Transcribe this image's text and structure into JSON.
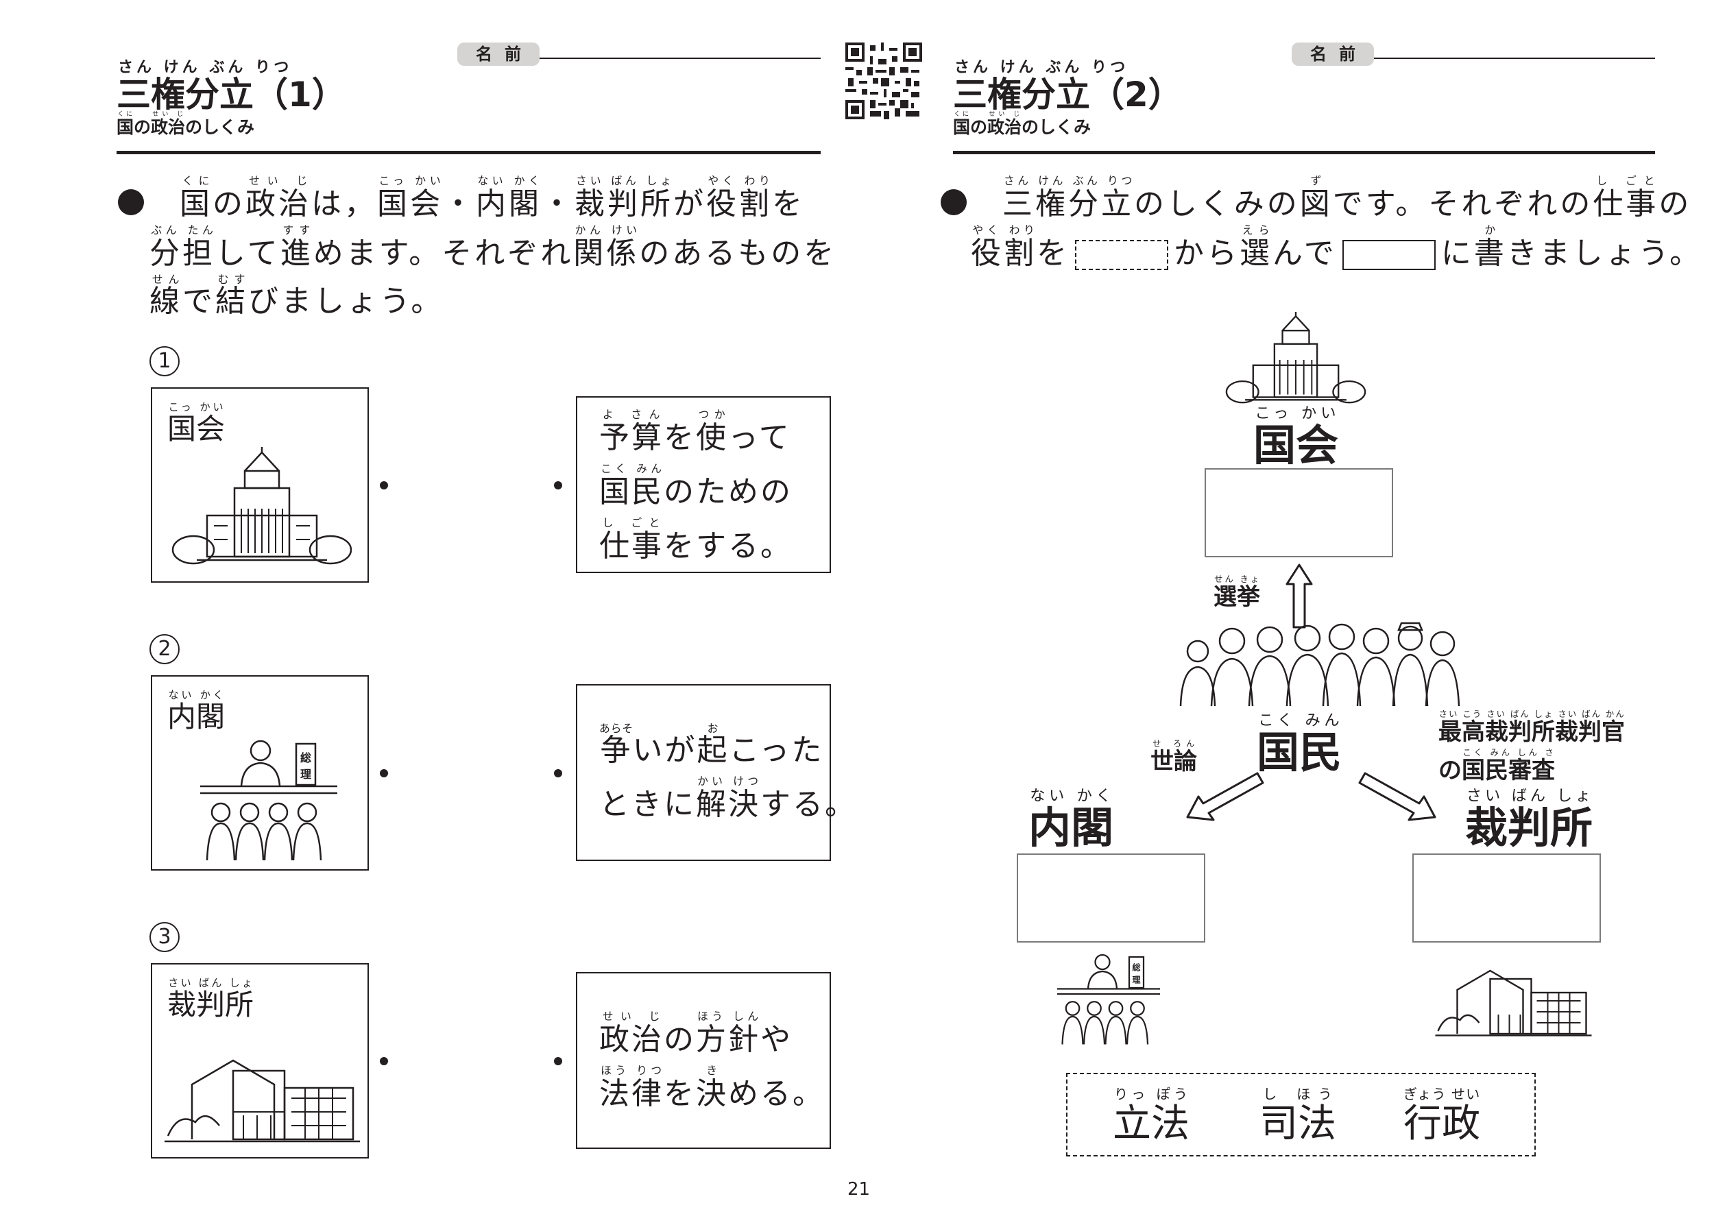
{
  "name_label": "名前",
  "page_number": "21",
  "left": {
    "title_furigana": "さん けん ぶん りつ",
    "title": "三権分立（1）",
    "subtitle": "国の政治のしくみ",
    "subtitle_furigana_1": "くに",
    "subtitle_furigana_2": "せい じ",
    "instruction": {
      "l1_0": "国",
      "l1_0r": "くに",
      "l1_1": "の",
      "l1_2": "政治",
      "l1_2r": "せい じ",
      "l1_3": "は，",
      "l1_4": "国会",
      "l1_4r": "こっ かい",
      "l1_5": "・",
      "l1_6": "内閣",
      "l1_6r": "ない かく",
      "l1_7": "・",
      "l1_8": "裁判所",
      "l1_8r": "さい ばん しょ",
      "l1_9": "が",
      "l1_10": "役割",
      "l1_10r": "やく わり",
      "l1_11": "を",
      "l2_0": "分担",
      "l2_0r": "ぶん たん",
      "l2_1": "して",
      "l2_2": "進",
      "l2_2r": "すす",
      "l2_3": "めます。それぞれ",
      "l2_4": "関係",
      "l2_4r": "かん けい",
      "l2_5": "のあるものを",
      "l3_0": "線",
      "l3_0r": "せん",
      "l3_1": "で",
      "l3_2": "結",
      "l3_2r": "むす",
      "l3_3": "びましょう。"
    },
    "items": [
      {
        "num": "1",
        "label": "国会",
        "label_r": "こっ かい"
      },
      {
        "num": "2",
        "label": "内閣",
        "label_r": "ない かく"
      },
      {
        "num": "3",
        "label": "裁判所",
        "label_r": "さい ばん しょ"
      }
    ],
    "descriptions": {
      "d1_l1a": "予算",
      "d1_l1ar": "よ さん",
      "d1_l1b": "を",
      "d1_l1c": "使",
      "d1_l1cr": "つか",
      "d1_l1d": "って",
      "d1_l2a": "国民",
      "d1_l2ar": "こく みん",
      "d1_l2b": "のための",
      "d1_l3a": "仕事",
      "d1_l3ar": "し ごと",
      "d1_l3b": "をする。",
      "d2_l1a": "争",
      "d2_l1ar": "あらそ",
      "d2_l1b": "いが",
      "d2_l1c": "起",
      "d2_l1cr": "お",
      "d2_l1d": "こった",
      "d2_l2a": "ときに",
      "d2_l2b": "解決",
      "d2_l2br": "かい けつ",
      "d2_l2c": "する。",
      "d3_l1a": "政治",
      "d3_l1ar": "せい じ",
      "d3_l1b": "の",
      "d3_l1c": "方針",
      "d3_l1cr": "ほう しん",
      "d3_l1d": "や",
      "d3_l2a": "法律",
      "d3_l2ar": "ほう りつ",
      "d3_l2b": "を",
      "d3_l2c": "決",
      "d3_l2cr": "き",
      "d3_l2d": "める。"
    }
  },
  "right": {
    "title_furigana": "さん けん ぶん りつ",
    "title": "三権分立（2）",
    "subtitle": "国の政治のしくみ",
    "subtitle_furigana_1": "くに",
    "subtitle_furigana_2": "せい じ",
    "instruction": {
      "l1_0": "三権分立",
      "l1_0r": "さん けん ぶん りつ",
      "l1_1": "のしくみの",
      "l1_2": "図",
      "l1_2r": "ず",
      "l1_3": "です。それぞれの",
      "l1_4": "仕事",
      "l1_4r": "し ごと",
      "l1_5": "の",
      "l2_0": "役割",
      "l2_0r": "やく わり",
      "l2_1": "を",
      "l2_2": "から",
      "l2_3": "選",
      "l2_3r": "えら",
      "l2_4": "んで",
      "l2_5": "に",
      "l2_6": "書",
      "l2_6r": "か",
      "l2_7": "きましょう。"
    },
    "kokkai": "国会",
    "kokkai_r": "こっ かい",
    "kokumin": "国民",
    "kokumin_r": "こく みん",
    "naikaku": "内閣",
    "naikaku_r": "ない かく",
    "saibansho": "裁判所",
    "saibansho_r": "さい ばん しょ",
    "senkyo": "選挙",
    "senkyo_r": "せん きょ",
    "yoron": "世論",
    "yoron_r": "せ ろん",
    "shinsa_l1": "最高裁判所裁判官",
    "shinsa_l1_r": "さい こう さい ばん しょ さい ばん かん",
    "shinsa_l2a": "の",
    "shinsa_l2b": "国民審査",
    "shinsa_l2b_r": "こく みん しん さ",
    "choices": [
      {
        "label": "立法",
        "ruby": "りっ ぽう"
      },
      {
        "label": "司法",
        "ruby": "し ほう"
      },
      {
        "label": "行政",
        "ruby": "ぎょう せい"
      }
    ]
  }
}
